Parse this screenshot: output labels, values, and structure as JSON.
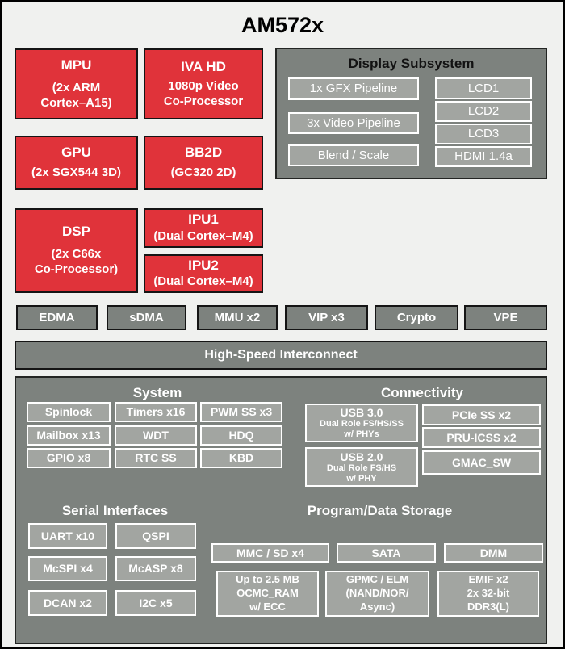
{
  "title": "AM572x",
  "colors": {
    "red": "#e0333a",
    "dark_gray": "#7d827e",
    "light_gray": "#a2a5a1",
    "background": "#f0f1ef",
    "text_light": "#ffffff",
    "text_dark": "#000000"
  },
  "red_blocks": {
    "mpu": {
      "title": "MPU",
      "lines": [
        "(2x ARM",
        "Cortex–A15)"
      ]
    },
    "iva": {
      "title": "IVA HD",
      "lines": [
        "1080p Video",
        "Co-Processor"
      ]
    },
    "gpu": {
      "title": "GPU",
      "lines": [
        "(2x SGX544 3D)"
      ]
    },
    "bb2d": {
      "title": "BB2D",
      "lines": [
        "(GC320 2D)"
      ]
    },
    "dsp": {
      "title": "DSP",
      "lines": [
        "(2x C66x",
        "Co-Processor)"
      ]
    },
    "ipu1": {
      "title": "IPU1",
      "lines": [
        "(Dual Cortex–M4)"
      ]
    },
    "ipu2": {
      "title": "IPU2",
      "lines": [
        "(Dual Cortex–M4)"
      ]
    }
  },
  "display_subsystem": {
    "title": "Display Subsystem",
    "pipelines": [
      "1x GFX Pipeline",
      "3x Video Pipeline",
      "Blend / Scale"
    ],
    "outputs": [
      "LCD1",
      "LCD2",
      "LCD3",
      "HDMI 1.4a"
    ]
  },
  "dma_row": [
    "EDMA",
    "sDMA",
    "MMU x2",
    "VIP x3",
    "Crypto",
    "VPE"
  ],
  "interconnect": "High-Speed Interconnect",
  "system": {
    "title": "System",
    "items": [
      "Spinlock",
      "Timers x16",
      "PWM SS x3",
      "Mailbox x13",
      "WDT",
      "HDQ",
      "GPIO x8",
      "RTC SS",
      "KBD"
    ]
  },
  "connectivity": {
    "title": "Connectivity",
    "usb3": {
      "title": "USB 3.0",
      "lines": [
        "Dual Role FS/HS/SS",
        "w/ PHYs"
      ]
    },
    "usb2": {
      "title": "USB 2.0",
      "lines": [
        "Dual Role FS/HS",
        "w/ PHY"
      ]
    },
    "items": [
      "PCIe SS x2",
      "PRU-ICSS x2",
      "GMAC_SW"
    ]
  },
  "serial": {
    "title": "Serial Interfaces",
    "items": [
      "UART x10",
      "QSPI",
      "McSPI x4",
      "McASP x8",
      "DCAN x2",
      "I2C x5"
    ]
  },
  "storage": {
    "title": "Program/Data Storage",
    "row1": [
      "MMC / SD x4",
      "SATA",
      "DMM"
    ],
    "row2": [
      [
        "Up to 2.5 MB",
        "OCMC_RAM",
        "w/ ECC"
      ],
      [
        "GPMC / ELM",
        "(NAND/NOR/",
        "Async)"
      ],
      [
        "EMIF x2",
        "2x 32-bit",
        "DDR3(L)"
      ]
    ]
  }
}
